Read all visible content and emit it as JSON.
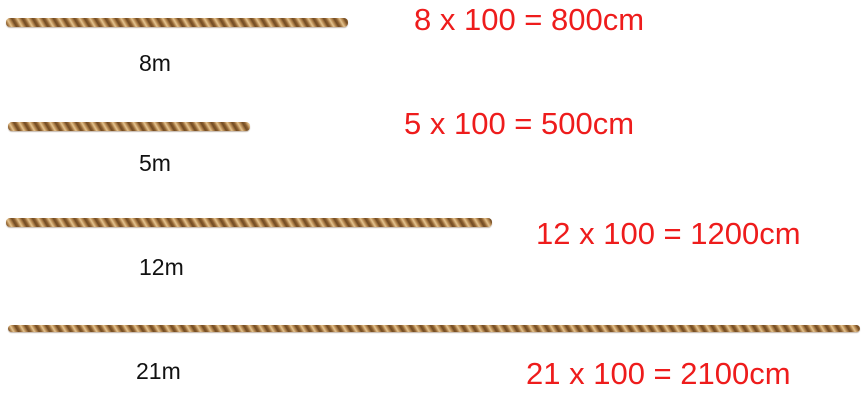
{
  "ropes": [
    {
      "length_label": "8m",
      "equation": "8 x 100 = 800cm",
      "length_m": 8
    },
    {
      "length_label": "5m",
      "equation": "5 x 100 = 500cm",
      "length_m": 5
    },
    {
      "length_label": "12m",
      "equation": "12 x 100 = 1200cm",
      "length_m": 12
    },
    {
      "length_label": "21m",
      "equation": "21 x 100 = 2100cm",
      "length_m": 21
    }
  ],
  "colors": {
    "equation_text": "#ee1c1c",
    "label_text": "#111111",
    "rope_dark": "#6f4a22",
    "rope_light": "#e3c38f"
  }
}
